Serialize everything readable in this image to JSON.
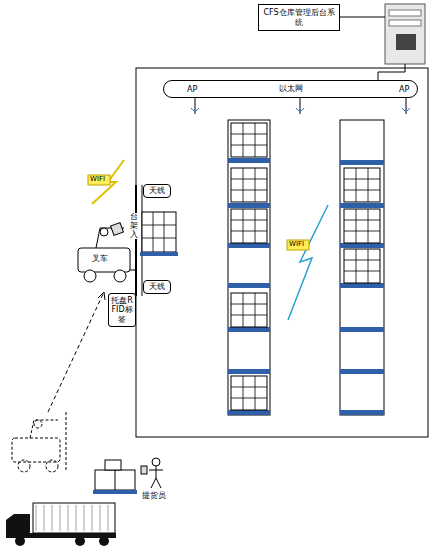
{
  "diagram": {
    "nodes": [
      {
        "text": [
          "CFS仓库管理后台系统"
        ]
      },
      {
        "text": [
          "以太网"
        ]
      },
      {
        "text": [
          "天线"
        ]
      },
      {
        "text": [
          "天线"
        ]
      },
      {
        "text": [
          "托盘RFID标签"
        ]
      }
    ],
    "labels": [
      "AP",
      "AP",
      "WIFI",
      "WIFI",
      "台架入",
      "叉车",
      "提货员"
    ]
  }
}
